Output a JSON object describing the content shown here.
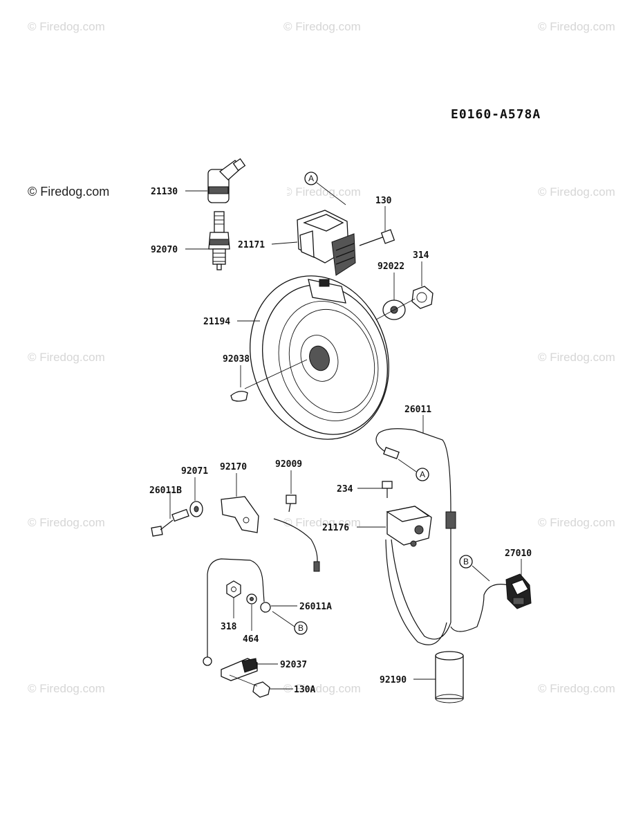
{
  "diagram_code": "E0160-A578A",
  "watermark": "© Firedog.com",
  "parts": {
    "p21130": "21130",
    "p92070": "92070",
    "p21171": "21171",
    "p130": "130",
    "p92022": "92022",
    "p314": "314",
    "p21194": "21194",
    "p92038": "92038",
    "p26011": "26011",
    "p234": "234",
    "p21176": "21176",
    "p27010": "27010",
    "p92190": "92190",
    "p92071": "92071",
    "p92170": "92170",
    "p92009": "92009",
    "p26011B": "26011B",
    "p318": "318",
    "p464": "464",
    "p26011A": "26011A",
    "p92037": "92037",
    "p130A": "130A"
  },
  "callouts": {
    "a": "A",
    "b": "B"
  }
}
